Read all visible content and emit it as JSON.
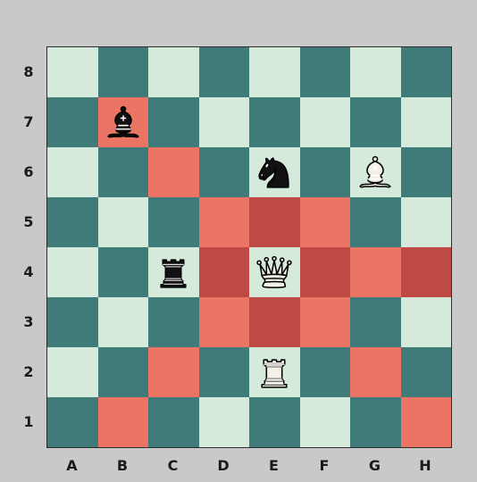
{
  "board": {
    "ranks": [
      "8",
      "7",
      "6",
      "5",
      "4",
      "3",
      "2",
      "1"
    ],
    "files": [
      "A",
      "B",
      "C",
      "D",
      "E",
      "F",
      "G",
      "H"
    ],
    "colors": {
      "light": "#d6eadc",
      "dark": "#3e7b79",
      "highlight": "#eb7565",
      "highlight_dark": "#bf4a45"
    },
    "highlights": {
      "b7": "highlight",
      "c6": "highlight",
      "d5": "highlight",
      "e5": "highlight_dark",
      "f5": "highlight",
      "d4": "highlight_dark",
      "f4": "highlight_dark",
      "g4": "highlight",
      "h4": "highlight_dark",
      "d3": "highlight",
      "e3": "highlight_dark",
      "f3": "highlight",
      "c2": "highlight",
      "g2": "highlight",
      "b1": "highlight",
      "h1": "highlight"
    },
    "pieces": {
      "b7": {
        "color": "black",
        "type": "bishop"
      },
      "e6": {
        "color": "black",
        "type": "knight"
      },
      "g6": {
        "color": "white",
        "type": "bishop"
      },
      "c4": {
        "color": "black",
        "type": "rook"
      },
      "e4": {
        "color": "white",
        "type": "queen"
      },
      "e2": {
        "color": "white",
        "type": "rook"
      }
    }
  }
}
